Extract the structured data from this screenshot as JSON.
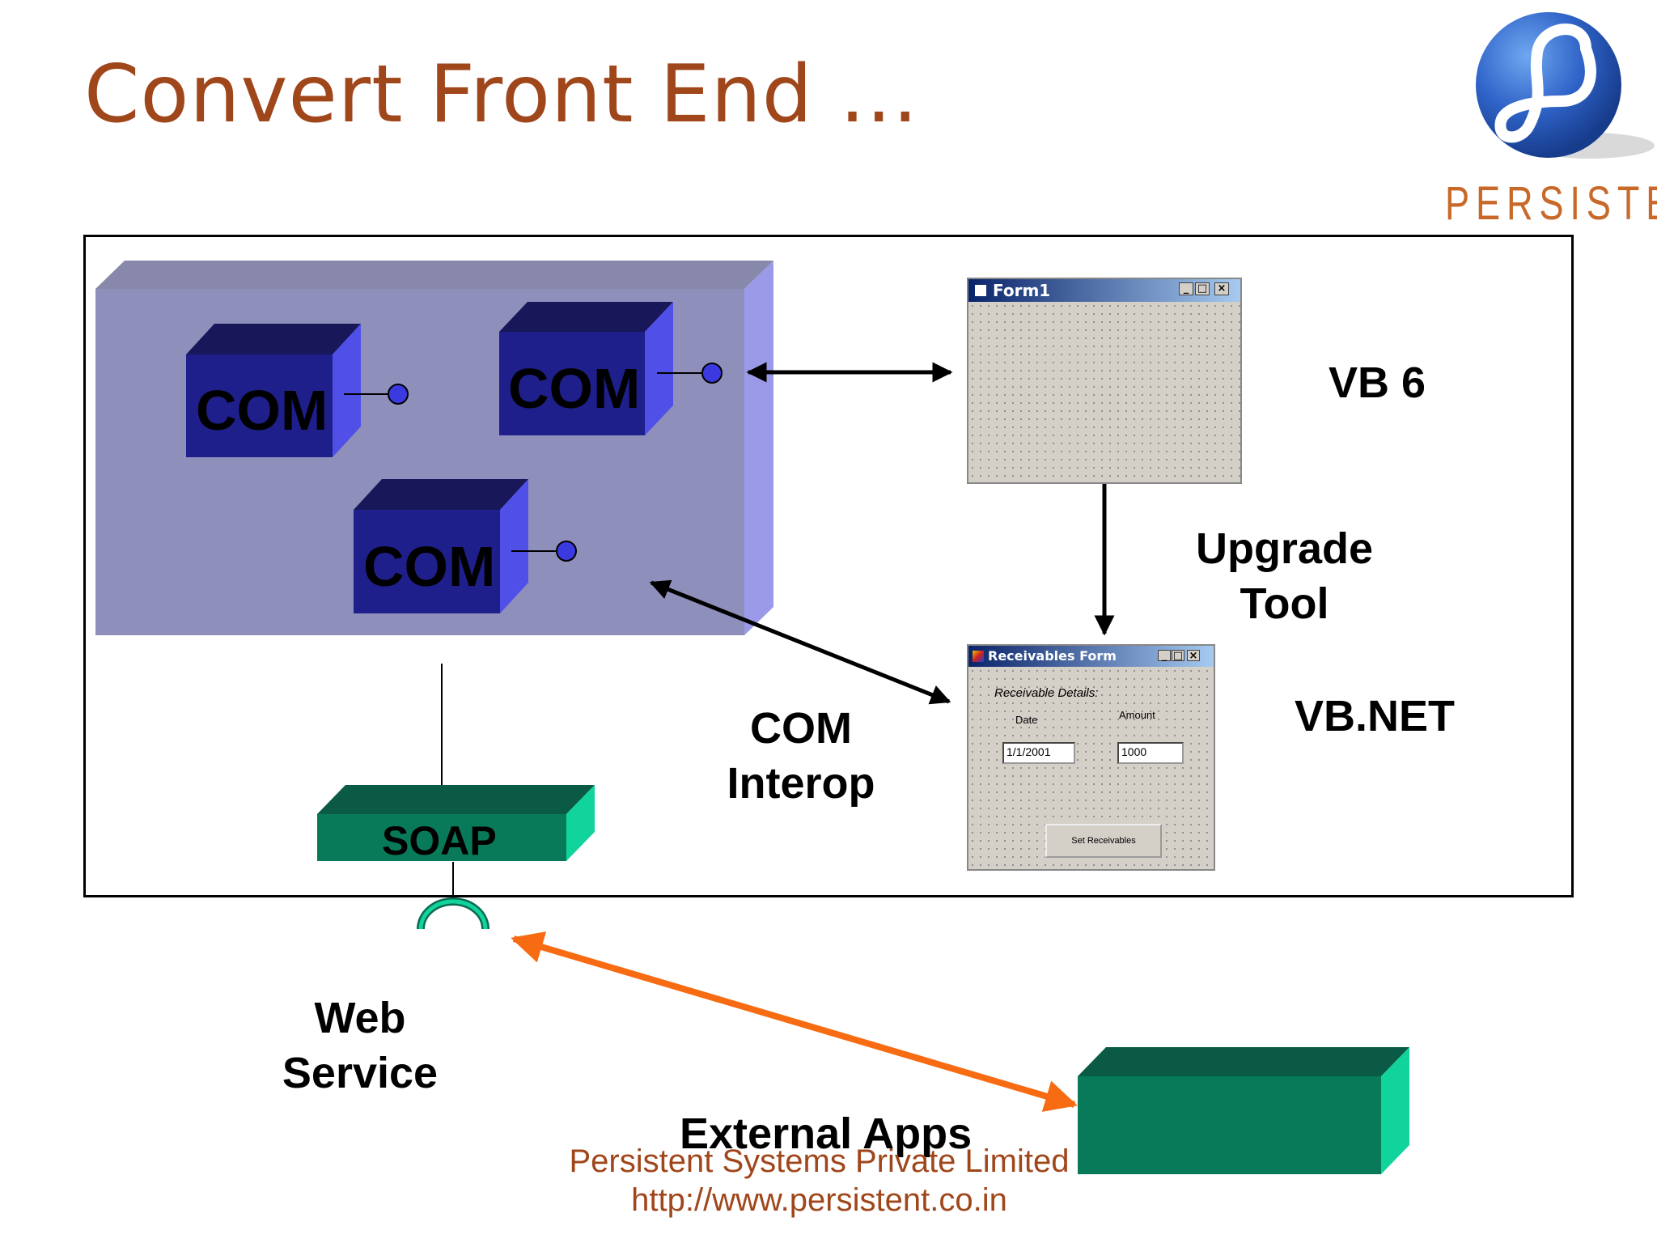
{
  "slide": {
    "title": "Convert Front End …",
    "logo_text": "PERSISTENT"
  },
  "diagram": {
    "com_labels": [
      "COM",
      "COM",
      "COM"
    ],
    "soap_label": "SOAP",
    "vb6_label": "VB 6",
    "upgrade_tool_label": [
      "Upgrade",
      "Tool"
    ],
    "vbnet_label": "VB.NET",
    "com_interop_label": [
      "COM",
      "Interop"
    ],
    "web_service_label": [
      "Web",
      "Service"
    ],
    "external_apps_label": "External Apps"
  },
  "vb6_form": {
    "title": "Form1"
  },
  "vbnet_form": {
    "title": "Receivables Form",
    "section_label": "Receivable Details:",
    "date_label": "Date",
    "amount_label": "Amount",
    "date_value": "1/1/2001",
    "amount_value": "1000",
    "button_label": "Set Receivables"
  },
  "footer": {
    "company": "Persistent Systems Private Limited",
    "url": "http://www.persistent.co.in"
  },
  "colors": {
    "title": "#a0461b",
    "container_front": "#8f8fbb",
    "com_front": "#1e1f8a",
    "green_front": "#087a5a",
    "green_side": "#10d49c",
    "orange_arrow": "#f76b12"
  }
}
